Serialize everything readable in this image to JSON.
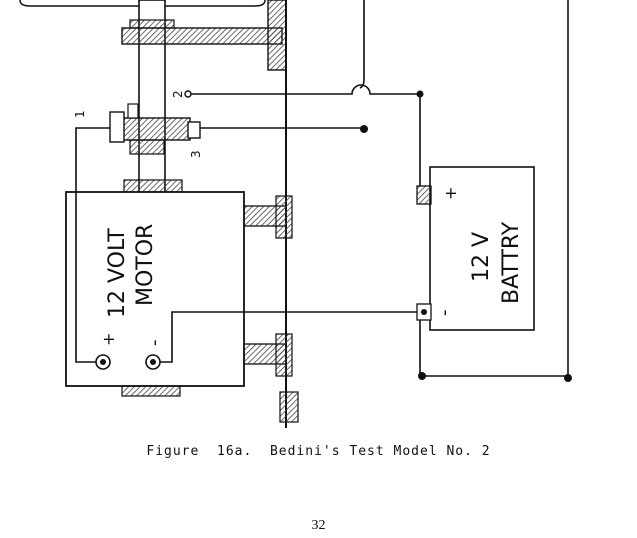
{
  "figure": {
    "caption": "Figure  16a.  Bedini's Test Model No. 2",
    "page_number": "32"
  },
  "motor": {
    "label_line1": "12 VOLT",
    "label_line2": "MOTOR",
    "plus": "+",
    "minus": "-"
  },
  "battery": {
    "label_line1": "12 V",
    "label_line2": "BATTRY",
    "plus": "+",
    "minus": "-"
  },
  "switch_terminals": {
    "t1": "1",
    "t2": "2",
    "t3": "3"
  },
  "colors": {
    "ink": "#111111",
    "hatch": "#555555",
    "paper": "#ffffff"
  }
}
